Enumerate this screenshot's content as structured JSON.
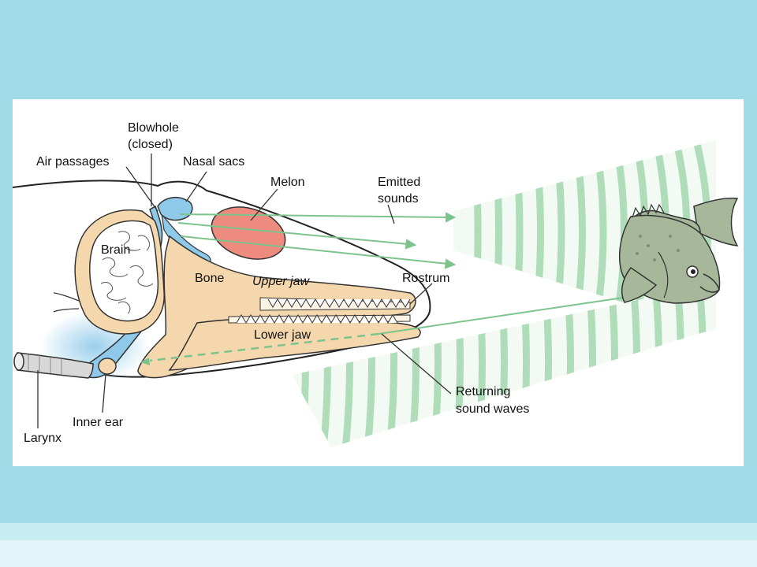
{
  "diagram": {
    "labels": {
      "blowhole_line1": "Blowhole",
      "blowhole_line2": "(closed)",
      "air_passages": "Air passages",
      "nasal_sacs": "Nasal sacs",
      "melon": "Melon",
      "emitted_line1": "Emitted",
      "emitted_line2": "sounds",
      "brain": "Brain",
      "bone": "Bone",
      "upper_jaw": "Upper jaw",
      "rostrum": "Rostrum",
      "lower_jaw": "Lower jaw",
      "returning_line1": "Returning",
      "returning_line2": "sound waves",
      "inner_ear": "Inner ear",
      "larynx": "Larynx"
    },
    "colors": {
      "background": "#a1dbe7",
      "bone": "#f5d7ad",
      "air_passage": "#8ec9ea",
      "melon": "#ec8b7e",
      "sound": "#7cc48c",
      "fish": "#a7b89a"
    }
  }
}
